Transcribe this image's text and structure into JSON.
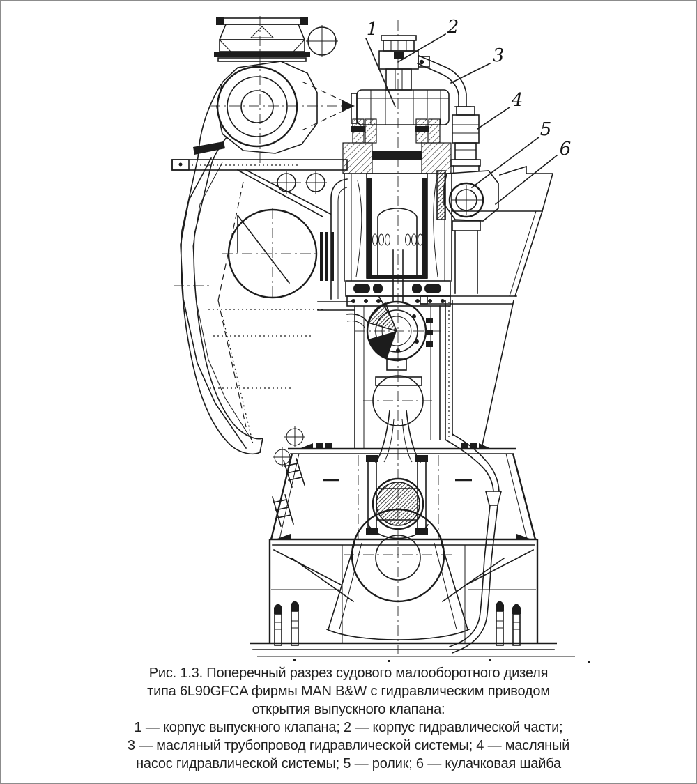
{
  "colors": {
    "ink": "#1c1c1c",
    "page_bg": "#ffffff",
    "page_border": "#8c8c8c",
    "caption_text": "#1f1f1f"
  },
  "callouts": [
    {
      "n": "1",
      "part": "корпус выпускного клапана"
    },
    {
      "n": "2",
      "part": "корпус гидравлической части"
    },
    {
      "n": "3",
      "part": "масляный трубопровод гидравлической системы"
    },
    {
      "n": "4",
      "part": "масляный насос гидравлической системы"
    },
    {
      "n": "5",
      "part": "ролик"
    },
    {
      "n": "6",
      "part": "кулачковая шайба"
    }
  ],
  "caption": {
    "lines": [
      "Рис. 1.3. Поперечный разрез судового малооборотного дизеля",
      "типа 6L90GFCA фирмы MAN B&W с гидравлическим приводом",
      "открытия выпускного клапана:"
    ],
    "legend_lines": [
      "1 — корпус выпускного клапана; 2 — корпус гидравлической части;",
      "3 — масляный трубопровод гидравлической системы; 4 — масляный",
      "насос гидравлической системы; 5 — ролик; 6 — кулачковая шайба"
    ]
  }
}
